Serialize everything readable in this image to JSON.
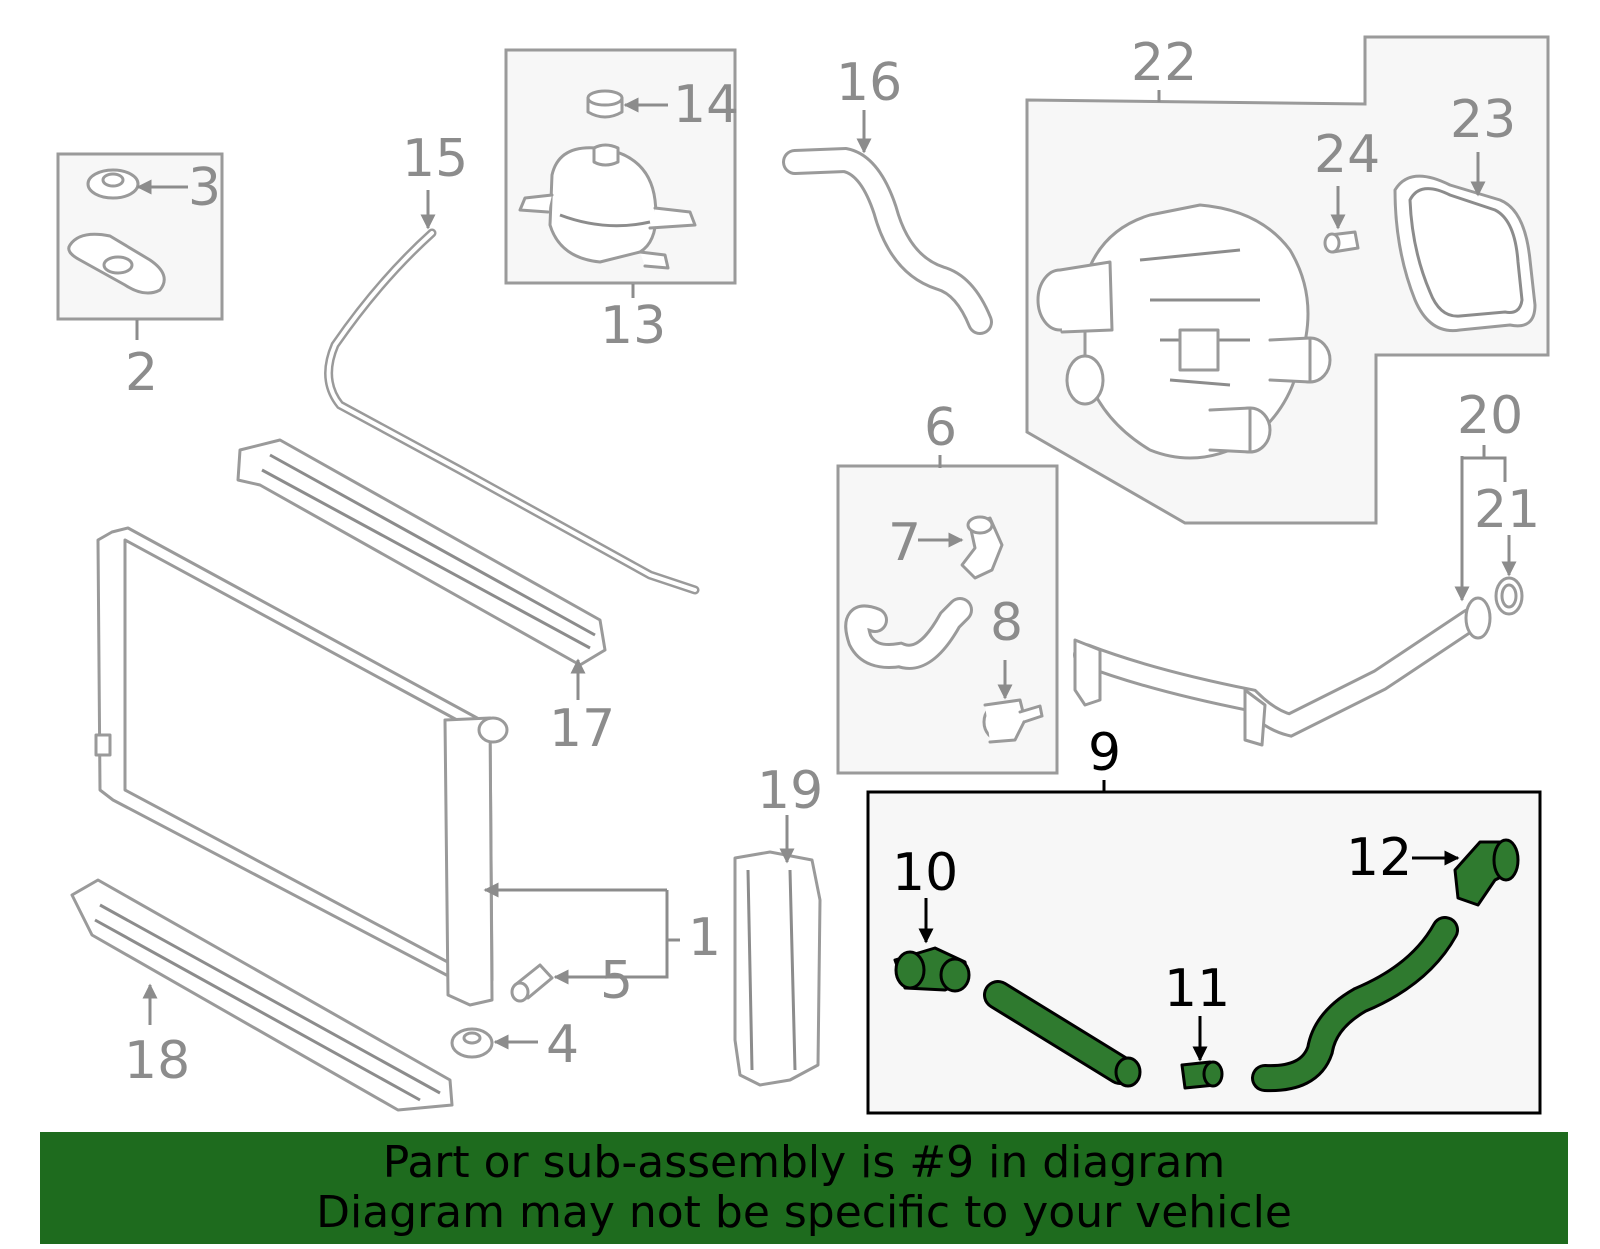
{
  "callouts": {
    "c1": "1",
    "c2": "2",
    "c3": "3",
    "c4": "4",
    "c5": "5",
    "c6": "6",
    "c7": "7",
    "c8": "8",
    "c9": "9",
    "c10": "10",
    "c11": "11",
    "c12": "12",
    "c13": "13",
    "c14": "14",
    "c15": "15",
    "c16": "16",
    "c17": "17",
    "c18": "18",
    "c19": "19",
    "c20": "20",
    "c21": "21",
    "c22": "22",
    "c23": "23",
    "c24": "24"
  },
  "highlight": {
    "part": "9",
    "color": "#2f7a2f"
  },
  "banner": {
    "line1": "Part or sub-assembly is #9 in diagram",
    "line2": "Diagram may not be specific to your vehicle",
    "background": "#1e6b1e"
  }
}
